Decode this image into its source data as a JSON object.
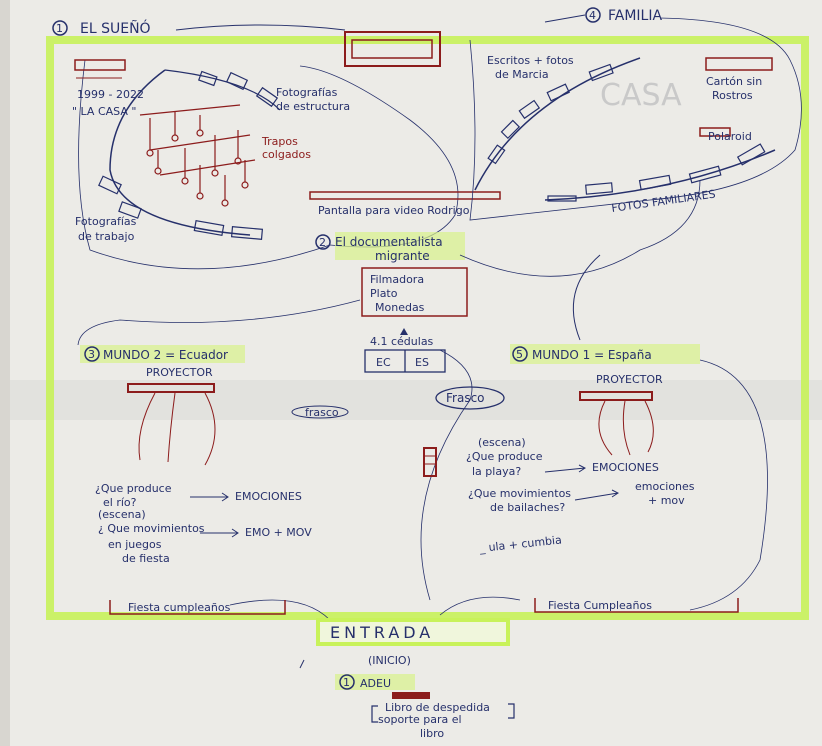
{
  "sections": {
    "el_sueno": {
      "num": "1",
      "title": "EL SUEÑÓ"
    },
    "familia": {
      "num": "4",
      "title": "FAMILIA"
    },
    "documentalista": {
      "num": "2",
      "title": "El documentalista",
      "subtitle": "migrante"
    },
    "mundo2": {
      "num": "3",
      "title": "MUNDO 2 = Ecuador"
    },
    "mundo1": {
      "num": "5",
      "title": "MUNDO 1 = España"
    },
    "adeu": {
      "num": "1",
      "title": "ADEU"
    }
  },
  "labels": {
    "years": "1999 - 2022",
    "la_casa": "\" LA CASA \"",
    "fotos_estructura_1": "Fotografías",
    "fotos_estructura_2": "de estructura",
    "trapos_1": "Trapos",
    "trapos_2": "colgados",
    "fotos_trabajo_1": "Fotografías",
    "fotos_trabajo_2": "de trabajo",
    "pantalla": "Pantalla para video Rodrigo",
    "escritos_1": "Escritos + fotos",
    "escritos_2": "de Marcia",
    "carton_1": "Cartón sin",
    "carton_2": "Rostros",
    "polaroid": "Polaroid",
    "fotos_familiares": "FOTOS FAMILIARES",
    "casa_watermark": "CASA"
  },
  "box_items": [
    "Filmadora",
    "Plato",
    "Monedas"
  ],
  "cedulas": {
    "label": "4.1 cédulas",
    "left": "EC",
    "right": "ES"
  },
  "frasco_center": "Frasco",
  "frasco_small": "frasco",
  "proyector_left": "PROYECTOR",
  "proyector_right": "PROYECTOR",
  "mundo2_notes": {
    "q1_a": "¿Que produce",
    "q1_b": "el río?",
    "q1_c": "(escena)",
    "q1_result": "EMOCIONES",
    "q2_a": "¿ Que movimientos",
    "q2_b": "en juegos",
    "q2_c": "de fiesta",
    "q2_result": "EMO + MOV"
  },
  "mundo1_notes": {
    "q1_pre": "(escena)",
    "q1_a": "¿Que produce",
    "q1_b": "la playa?",
    "q1_result": "EMOCIONES",
    "q2_a": "¿Que movimientos",
    "q2_b": "de bailaches?",
    "q2_result_a": "emociones",
    "q2_result_b": "+ mov",
    "extra": "_ ula + cumbia"
  },
  "fiesta_left": "Fiesta cumpleaños",
  "fiesta_right": "Fiesta Cumpleaños",
  "entrada": "ENTRADA",
  "inicio": "(INICIO)",
  "libro_1": "Libro de despedida",
  "libro_2": "soporte para el",
  "libro_3": "libro",
  "colors": {
    "ink": "#26306b",
    "red": "#8c1c1c",
    "highlight": "#c8f25a",
    "paper": "#ecebe7"
  }
}
